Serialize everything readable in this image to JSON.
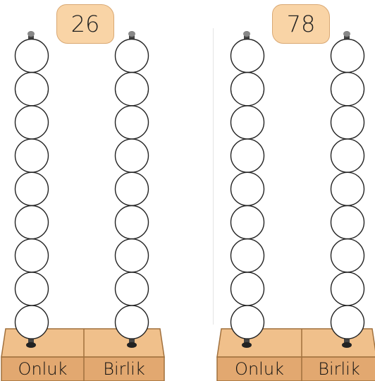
{
  "abaci": [
    {
      "number": "26",
      "columns": [
        {
          "label": "Onluk",
          "bead_count": 9
        },
        {
          "label": "Birlik",
          "bead_count": 9
        }
      ]
    },
    {
      "number": "78",
      "columns": [
        {
          "label": "Onluk",
          "bead_count": 9
        },
        {
          "label": "Birlik",
          "bead_count": 9
        }
      ]
    }
  ],
  "colors": {
    "base": "#e2a870",
    "base_top": "#f0c08b",
    "tag": "#f9d4a6",
    "bead_fill": "#ffffff",
    "bead_stroke": "#222222"
  }
}
